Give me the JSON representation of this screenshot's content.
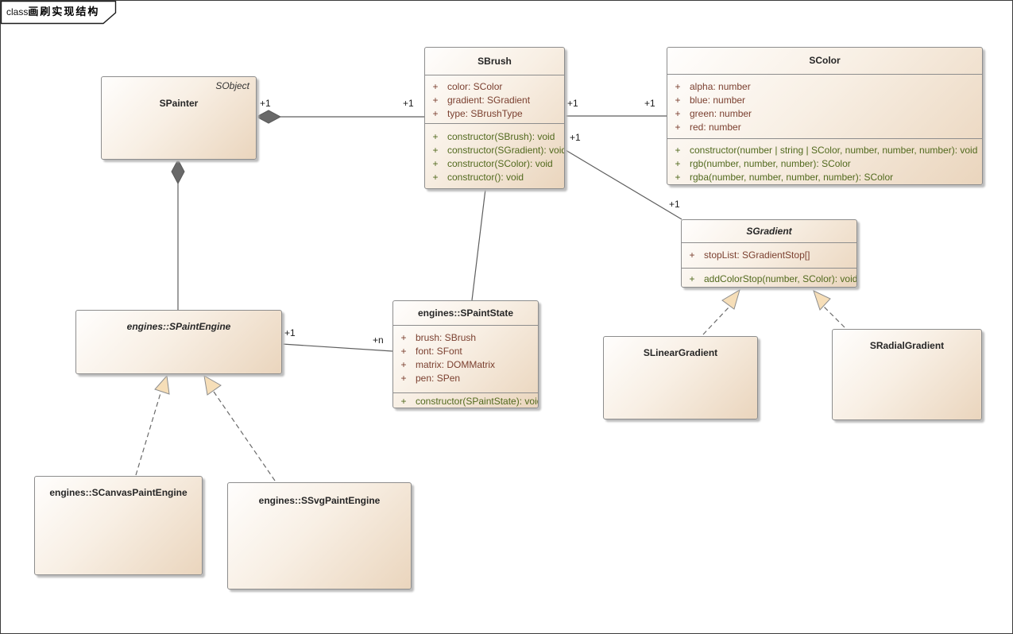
{
  "frame": {
    "keyword": "class",
    "title": "画刷实现结构"
  },
  "classes": {
    "spainter": {
      "stereotype": "SObject",
      "name": "SPainter"
    },
    "sbrush": {
      "name": "SBrush",
      "attributes": [
        {
          "vis": "+",
          "text": "color: SColor"
        },
        {
          "vis": "+",
          "text": "gradient: SGradient"
        },
        {
          "vis": "+",
          "text": "type: SBrushType"
        }
      ],
      "operations": [
        {
          "vis": "+",
          "text": "constructor(SBrush): void"
        },
        {
          "vis": "+",
          "text": "constructor(SGradient): void"
        },
        {
          "vis": "+",
          "text": "constructor(SColor): void"
        },
        {
          "vis": "+",
          "text": "constructor(): void"
        }
      ]
    },
    "scolor": {
      "name": "SColor",
      "attributes": [
        {
          "vis": "+",
          "text": "alpha: number"
        },
        {
          "vis": "+",
          "text": "blue: number"
        },
        {
          "vis": "+",
          "text": "green: number"
        },
        {
          "vis": "+",
          "text": "red: number"
        }
      ],
      "operations": [
        {
          "vis": "+",
          "text": "constructor(number | string | SColor, number, number, number): void"
        },
        {
          "vis": "+",
          "text": "rgb(number, number, number): SColor"
        },
        {
          "vis": "+",
          "text": "rgba(number, number, number, number): SColor"
        }
      ]
    },
    "sgradient": {
      "name": "SGradient",
      "attributes": [
        {
          "vis": "+",
          "text": "stopList: SGradientStop[]"
        }
      ],
      "operations": [
        {
          "vis": "+",
          "text": "addColorStop(number, SColor): void"
        }
      ]
    },
    "spaintengine": {
      "name": "engines::SPaintEngine"
    },
    "spaintstate": {
      "name": "engines::SPaintState",
      "attributes": [
        {
          "vis": "+",
          "text": "brush: SBrush"
        },
        {
          "vis": "+",
          "text": "font: SFont"
        },
        {
          "vis": "+",
          "text": "matrix: DOMMatrix"
        },
        {
          "vis": "+",
          "text": "pen: SPen"
        }
      ],
      "operations": [
        {
          "vis": "+",
          "text": "constructor(SPaintState): void"
        }
      ]
    },
    "slineargradient": {
      "name": "SLinearGradient"
    },
    "sradialgradient": {
      "name": "SRadialGradient"
    },
    "scanvaspaintengine": {
      "name": "engines::SCanvasPaintEngine"
    },
    "ssvgpaintengine": {
      "name": "engines::SSvgPaintEngine"
    }
  },
  "connectors": {
    "painter_brush": {
      "source": "+1",
      "target": "+1"
    },
    "brush_color": {
      "source": "+1",
      "target": "+1"
    },
    "brush_gradient": {
      "source": "+1",
      "target": "+1"
    },
    "engine_state": {
      "source": "+1",
      "target": "+n"
    }
  },
  "colors": {
    "box_fill_top": "#fffefd",
    "box_fill_bottom": "#ead5bd",
    "box_border": "#8d8d8d",
    "attribute_text": "#7b4030",
    "operation_text": "#51691d",
    "diamond_fill": "#696969",
    "arrowhead_fill": "#f6deb8"
  }
}
